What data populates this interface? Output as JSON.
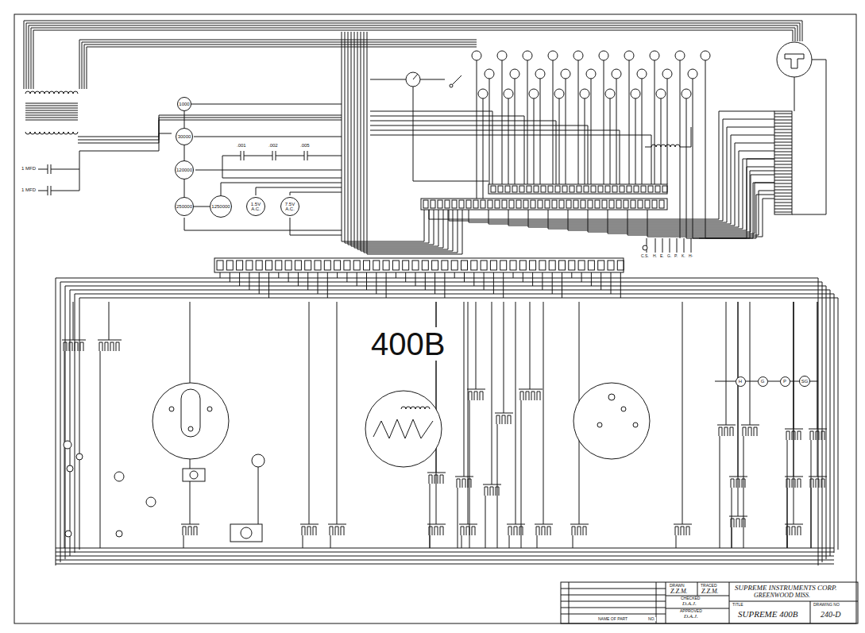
{
  "diagram": {
    "title": "SUPREME 400B",
    "nodes": [
      {
        "text": [
          "1000"
        ]
      },
      {
        "text": [
          "30000"
        ]
      },
      {
        "text": [
          "120000"
        ]
      },
      {
        "text": [
          "250000"
        ]
      },
      {
        "text": [
          "1250000"
        ]
      },
      {
        "text": [
          "1.5V A.C."
        ]
      },
      {
        "text": [
          "7.5V A.C."
        ]
      },
      {
        "text": [
          "H"
        ]
      },
      {
        "text": [
          "G"
        ]
      },
      {
        "text": [
          "P"
        ]
      },
      {
        "text": [
          "SG"
        ]
      }
    ],
    "edges": [
      {
        "from": 0,
        "to": 1,
        "arrow": "none"
      },
      {
        "from": 1,
        "to": 2,
        "arrow": "none"
      },
      {
        "from": 2,
        "to": 3,
        "arrow": "none"
      },
      {
        "from": 3,
        "to": 4,
        "arrow": "none"
      }
    ],
    "labels": [
      "1 MFD",
      "1 MFD",
      ".001",
      ".002",
      ".005",
      "C.S.",
      "H.",
      "E.",
      "G.",
      "P.",
      "K.",
      "H-",
      "400B",
      "DRAWN",
      "TRACED",
      "Z.Z.M.",
      "Z.Z.M.",
      "CHECKED",
      "D.A.J.",
      "APPROVED",
      "D.A.J.",
      "SUPREME INSTRUMENTS CORP.",
      "GREENWOOD MISS.",
      "TITLE",
      "DRAWING NO",
      "240-D",
      "NAME OF PART",
      "NO."
    ]
  }
}
